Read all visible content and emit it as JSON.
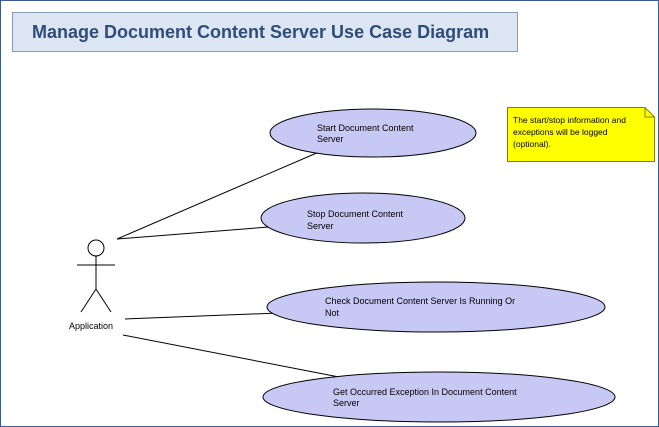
{
  "title": "Manage Document Content Server Use Case Diagram",
  "actor": {
    "label": "Application"
  },
  "use_cases": [
    {
      "line1": "Start Document Content",
      "line2": "Server"
    },
    {
      "line1": "Stop Document Content",
      "line2": "Server"
    },
    {
      "line1": "Check Document Content Server Is Running Or",
      "line2": "Not"
    },
    {
      "line1": "Get Occurred Exception In Document Content",
      "line2": "Server"
    }
  ],
  "note": {
    "text": "The start/stop information and exceptions will be logged (optional)."
  },
  "colors": {
    "use_case_fill": "#c8c8f4",
    "use_case_stroke": "#000000",
    "note_fill": "#ffff00",
    "title_fill": "#dce6f2",
    "title_text": "#2f4d7a"
  }
}
